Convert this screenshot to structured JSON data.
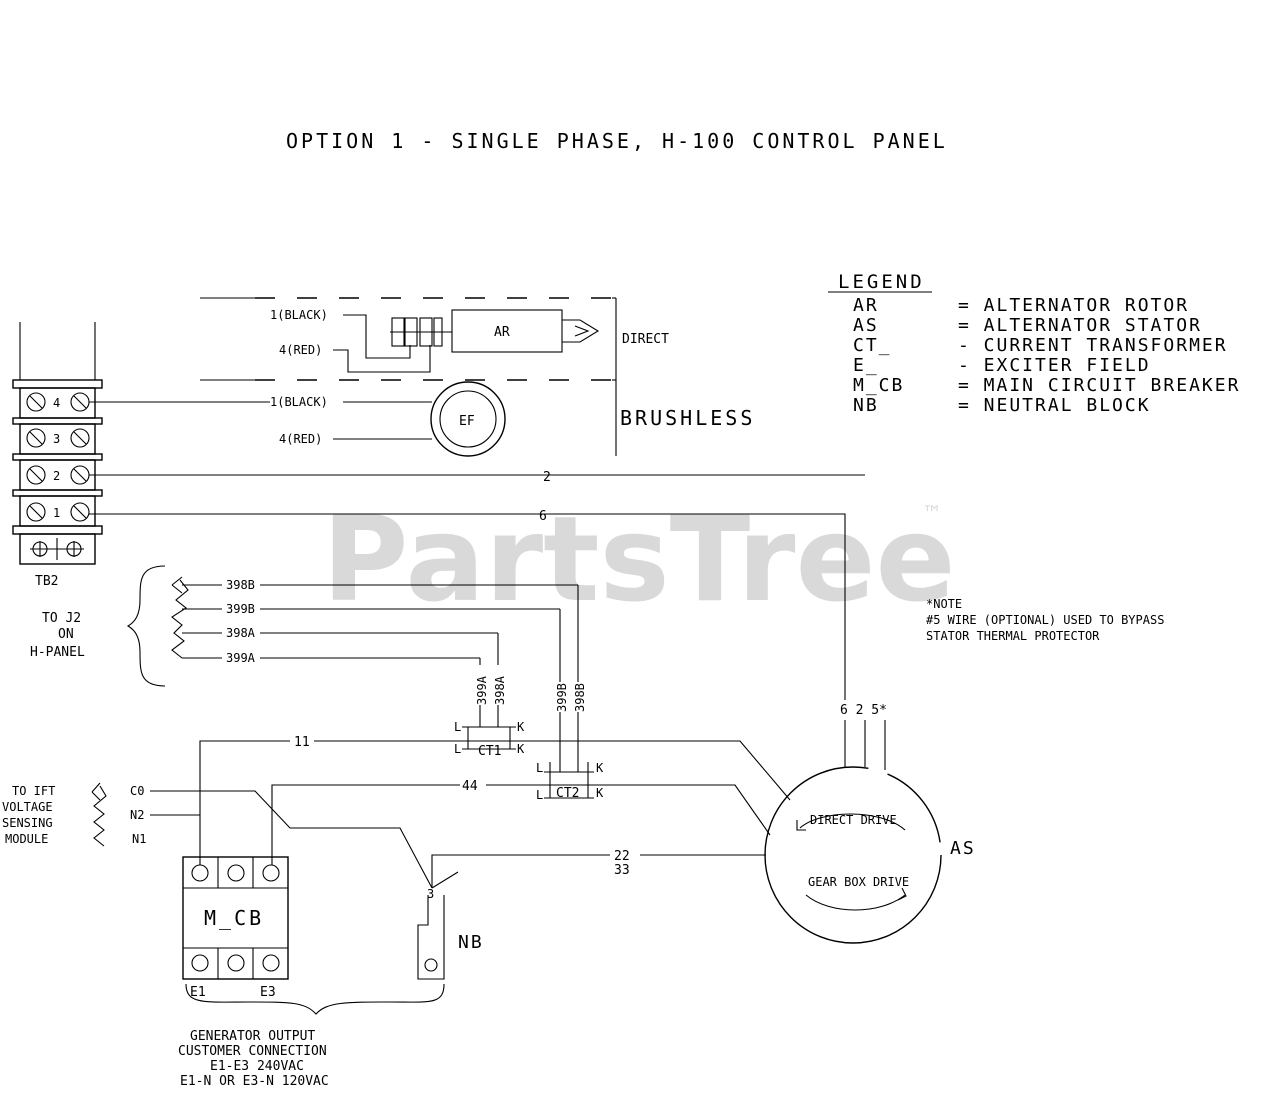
{
  "title": "OPTION 1 - SINGLE PHASE, H-100 CONTROL PANEL",
  "watermark": {
    "brand": "PartsTree",
    "trademark": "™"
  },
  "legend": {
    "heading": "LEGEND",
    "entries": [
      {
        "code": "AR",
        "desc": "= ALTERNATOR ROTOR"
      },
      {
        "code": "AS",
        "desc": "= ALTERNATOR STATOR"
      },
      {
        "code": "CT_",
        "desc": "- CURRENT TRANSFORMER"
      },
      {
        "code": "E_",
        "desc": "- EXCITER FIELD"
      },
      {
        "code": "M_CB",
        "desc": "= MAIN CIRCUIT BREAKER"
      },
      {
        "code": "NB",
        "desc": "= NEUTRAL BLOCK"
      }
    ]
  },
  "labels": {
    "black1": "1(BLACK)",
    "red1": "4(RED)",
    "black2": "1(BLACK)",
    "red2": "4(RED)",
    "ar": "AR",
    "ef": "EF",
    "direct": "DIRECT",
    "brushless": "BRUSHLESS",
    "tb2": "TB2",
    "tb_terms": [
      "4",
      "3",
      "2",
      "1"
    ],
    "wire2": "2",
    "wire6": "6",
    "to_j2": [
      "TO J2",
      "ON",
      "H-PANEL"
    ],
    "w398b": "398B",
    "w399b": "399B",
    "w398a": "398A",
    "w399a": "399A",
    "v399a": "399A",
    "v398a": "398A",
    "v399b": "399B",
    "v398b": "398B",
    "ct1": "CT1",
    "ct2": "CT2",
    "ct_l": "L",
    "ct_k": "K",
    "w11": "11",
    "w44": "44",
    "w22": "22",
    "w33": "33",
    "w_top": "6  2  5*",
    "to_ift": [
      "TO IFT",
      "VOLTAGE",
      "SENSING",
      "MODULE"
    ],
    "c0": "C0",
    "n2": "N2",
    "n1": "N1",
    "mcb": "M_CB",
    "e1": "E1",
    "e3": "E3",
    "nb": "NB",
    "nb_pin": "3",
    "direct_drive": "DIRECT DRIVE",
    "gear_box_drive": "GEAR BOX DRIVE",
    "as": "AS",
    "note": [
      "*NOTE",
      "#5 WIRE (OPTIONAL) USED TO BYPASS",
      "STATOR THERMAL PROTECTOR"
    ],
    "output": [
      "GENERATOR OUTPUT",
      "CUSTOMER CONNECTION",
      "E1-E3  240VAC",
      "E1-N OR E3-N 120VAC"
    ]
  }
}
